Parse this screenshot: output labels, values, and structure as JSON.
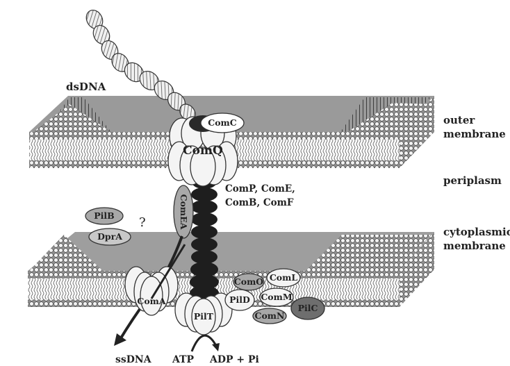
{
  "labels": {
    "dsdna": "dsDNA",
    "outer_line1": "outer",
    "outer_line2": "membrane",
    "periplasm": "periplasm",
    "cyto_line1": "cytoplasmic",
    "cyto_line2": "membrane",
    "comp_line1": "ComP, ComE,",
    "comp_line2": "ComB, ComF",
    "question": "?",
    "ssdna": "ssDNA",
    "atp": "ATP",
    "adp": "ADP + Pi"
  },
  "proteins": {
    "comc": "ComC",
    "comq": "ComQ",
    "comea": "ComEA",
    "pilb": "PilB",
    "dpra": "DprA",
    "coma": "ComA",
    "pilt": "PilT",
    "pild": "PilD",
    "como": "ComO",
    "coml": "ComL",
    "comm": "ComM",
    "comn": "ComN",
    "pilc": "PilC"
  },
  "colors": {
    "membrane_grey": "#9a9a9a",
    "headgroup": "#f2f2f2",
    "channel": "#1e1e1e",
    "protein_light": "#f4f4f4",
    "protein_grey": "#a8a8a8"
  }
}
